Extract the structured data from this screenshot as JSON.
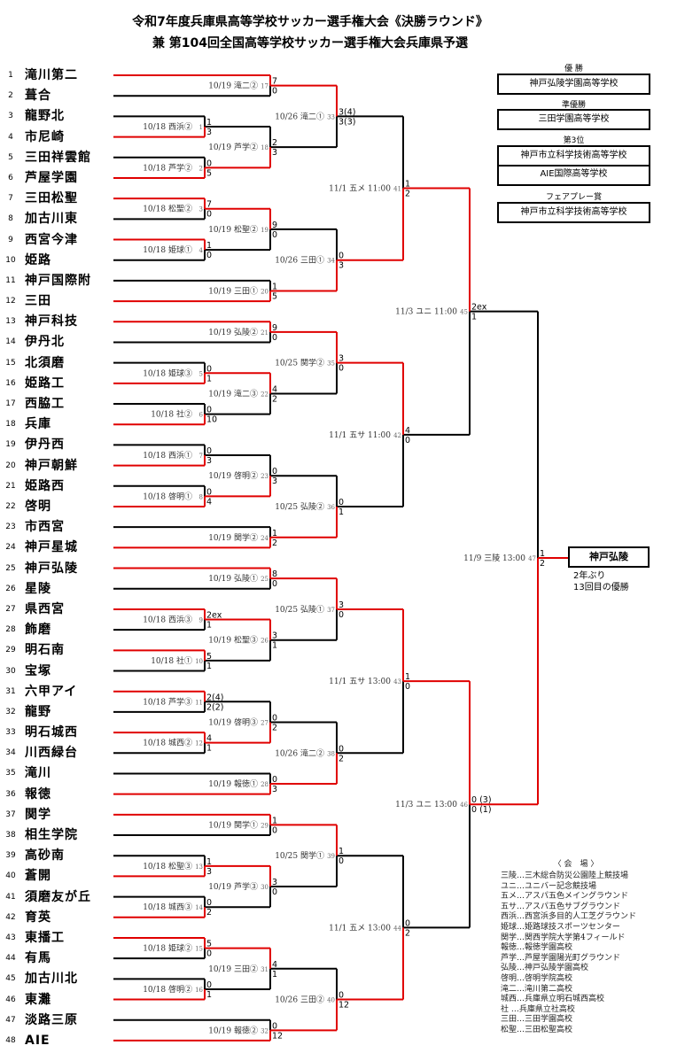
{
  "title": {
    "line1": "令和7年度兵庫県高等学校サッカー選手権大会《決勝ラウンド》",
    "line2": "兼 第104回全国高等学校サッカー選手権大会兵庫県予選"
  },
  "colors": {
    "winner_line": "#e00000",
    "loser_line": "#000000"
  },
  "teams": [
    {
      "no": "1",
      "name": "滝川第二"
    },
    {
      "no": "2",
      "name": "葺合"
    },
    {
      "no": "3",
      "name": "龍野北"
    },
    {
      "no": "4",
      "name": "市尼崎"
    },
    {
      "no": "5",
      "name": "三田祥雲館"
    },
    {
      "no": "6",
      "name": "芦屋学園"
    },
    {
      "no": "7",
      "name": "三田松聖"
    },
    {
      "no": "8",
      "name": "加古川東"
    },
    {
      "no": "9",
      "name": "西宮今津"
    },
    {
      "no": "10",
      "name": "姫路"
    },
    {
      "no": "11",
      "name": "神戸国際附"
    },
    {
      "no": "12",
      "name": "三田"
    },
    {
      "no": "13",
      "name": "神戸科技"
    },
    {
      "no": "14",
      "name": "伊丹北"
    },
    {
      "no": "15",
      "name": "北須磨"
    },
    {
      "no": "16",
      "name": "姫路工"
    },
    {
      "no": "17",
      "name": "西脇工"
    },
    {
      "no": "18",
      "name": "兵庫"
    },
    {
      "no": "19",
      "name": "伊丹西"
    },
    {
      "no": "20",
      "name": "神戸朝鮮"
    },
    {
      "no": "21",
      "name": "姫路西"
    },
    {
      "no": "22",
      "name": "啓明"
    },
    {
      "no": "23",
      "name": "市西宮"
    },
    {
      "no": "24",
      "name": "神戸星城"
    },
    {
      "no": "25",
      "name": "神戸弘陵"
    },
    {
      "no": "26",
      "name": "星陵"
    },
    {
      "no": "27",
      "name": "県西宮"
    },
    {
      "no": "28",
      "name": "飾磨"
    },
    {
      "no": "29",
      "name": "明石南"
    },
    {
      "no": "30",
      "name": "宝塚"
    },
    {
      "no": "31",
      "name": "六甲アイ"
    },
    {
      "no": "32",
      "name": "龍野"
    },
    {
      "no": "33",
      "name": "明石城西"
    },
    {
      "no": "34",
      "name": "川西緑台"
    },
    {
      "no": "35",
      "name": "滝川"
    },
    {
      "no": "36",
      "name": "報徳"
    },
    {
      "no": "37",
      "name": "関学"
    },
    {
      "no": "38",
      "name": "相生学院"
    },
    {
      "no": "39",
      "name": "高砂南"
    },
    {
      "no": "40",
      "name": "蒼開"
    },
    {
      "no": "41",
      "name": "須磨友が丘"
    },
    {
      "no": "42",
      "name": "育英"
    },
    {
      "no": "43",
      "name": "東播工"
    },
    {
      "no": "44",
      "name": "有馬"
    },
    {
      "no": "45",
      "name": "加古川北"
    },
    {
      "no": "46",
      "name": "東灘"
    },
    {
      "no": "47",
      "name": "淡路三原"
    },
    {
      "no": "48",
      "name": "AIE"
    }
  ],
  "matches": [
    {
      "id": 1,
      "round": 1,
      "label": "10/18 西浜②",
      "a": "t3",
      "b": "t4",
      "sa": "1",
      "sb": "3",
      "w": 1
    },
    {
      "id": 2,
      "round": 1,
      "label": "10/18 芦学②",
      "a": "t5",
      "b": "t6",
      "sa": "0",
      "sb": "5",
      "w": 1
    },
    {
      "id": 3,
      "round": 1,
      "label": "10/18 松聖②",
      "a": "t7",
      "b": "t8",
      "sa": "7",
      "sb": "0",
      "w": 0
    },
    {
      "id": 4,
      "round": 1,
      "label": "10/18 姫球①",
      "a": "t9",
      "b": "t10",
      "sa": "1",
      "sb": "0",
      "w": 0
    },
    {
      "id": 5,
      "round": 1,
      "label": "10/18 姫球③",
      "a": "t15",
      "b": "t16",
      "sa": "0",
      "sb": "1",
      "w": 1
    },
    {
      "id": 6,
      "round": 1,
      "label": "10/18 社②",
      "a": "t17",
      "b": "t18",
      "sa": "0",
      "sb": "10",
      "w": 1
    },
    {
      "id": 7,
      "round": 1,
      "label": "10/18 西浜①",
      "a": "t19",
      "b": "t20",
      "sa": "0",
      "sb": "3",
      "w": 1
    },
    {
      "id": 8,
      "round": 1,
      "label": "10/18 啓明①",
      "a": "t21",
      "b": "t22",
      "sa": "0",
      "sb": "4",
      "w": 1
    },
    {
      "id": 9,
      "round": 1,
      "label": "10/18 西浜③",
      "a": "t27",
      "b": "t28",
      "sa": "2ex",
      "sb": "1",
      "w": 0
    },
    {
      "id": 10,
      "round": 1,
      "label": "10/18 社①",
      "a": "t29",
      "b": "t30",
      "sa": "5",
      "sb": "1",
      "w": 0
    },
    {
      "id": 11,
      "round": 1,
      "label": "10/18 芦学③",
      "a": "t31",
      "b": "t32",
      "sa": "2(4)",
      "sb": "2(2)",
      "w": 0
    },
    {
      "id": 12,
      "round": 1,
      "label": "10/18 城西②",
      "a": "t33",
      "b": "t34",
      "sa": "4",
      "sb": "1",
      "w": 0
    },
    {
      "id": 13,
      "round": 1,
      "label": "10/18 松聖③",
      "a": "t39",
      "b": "t40",
      "sa": "1",
      "sb": "3",
      "w": 1
    },
    {
      "id": 14,
      "round": 1,
      "label": "10/18 城西③",
      "a": "t41",
      "b": "t42",
      "sa": "0",
      "sb": "2",
      "w": 1
    },
    {
      "id": 15,
      "round": 1,
      "label": "10/18 姫球②",
      "a": "t43",
      "b": "t44",
      "sa": "5",
      "sb": "0",
      "w": 0
    },
    {
      "id": 16,
      "round": 1,
      "label": "10/18 啓明②",
      "a": "t45",
      "b": "t46",
      "sa": "0",
      "sb": "1",
      "w": 1
    },
    {
      "id": 17,
      "round": 2,
      "label": "10/19 滝二②",
      "a": "t1",
      "b": "t2",
      "sa": "7",
      "sb": "0",
      "w": 0
    },
    {
      "id": 18,
      "round": 2,
      "label": "10/19 芦学②",
      "a": "m1",
      "b": "m2",
      "sa": "2",
      "sb": "3",
      "w": 1
    },
    {
      "id": 19,
      "round": 2,
      "label": "10/19 松聖②",
      "a": "m3",
      "b": "m4",
      "sa": "9",
      "sb": "0",
      "w": 0
    },
    {
      "id": 20,
      "round": 2,
      "label": "10/19 三田①",
      "a": "t11",
      "b": "t12",
      "sa": "1",
      "sb": "5",
      "w": 1
    },
    {
      "id": 21,
      "round": 2,
      "label": "10/19 弘陵②",
      "a": "t13",
      "b": "t14",
      "sa": "9",
      "sb": "0",
      "w": 0
    },
    {
      "id": 22,
      "round": 2,
      "label": "10/19 滝二③",
      "a": "m5",
      "b": "m6",
      "sa": "4",
      "sb": "2",
      "w": 0
    },
    {
      "id": 23,
      "round": 2,
      "label": "10/19 啓明②",
      "a": "m7",
      "b": "m8",
      "sa": "0",
      "sb": "3",
      "w": 1
    },
    {
      "id": 24,
      "round": 2,
      "label": "10/19 関学②",
      "a": "t23",
      "b": "t24",
      "sa": "1",
      "sb": "2",
      "w": 1
    },
    {
      "id": 25,
      "round": 2,
      "label": "10/19 弘陵①",
      "a": "t25",
      "b": "t26",
      "sa": "8",
      "sb": "0",
      "w": 0
    },
    {
      "id": 26,
      "round": 2,
      "label": "10/19 松聖③",
      "a": "m9",
      "b": "m10",
      "sa": "3",
      "sb": "1",
      "w": 0
    },
    {
      "id": 27,
      "round": 2,
      "label": "10/19 啓明③",
      "a": "m11",
      "b": "m12",
      "sa": "0",
      "sb": "2",
      "w": 1
    },
    {
      "id": 28,
      "round": 2,
      "label": "10/19 報徳①",
      "a": "t35",
      "b": "t36",
      "sa": "0",
      "sb": "3",
      "w": 1
    },
    {
      "id": 29,
      "round": 2,
      "label": "10/19 関学①",
      "a": "t37",
      "b": "t38",
      "sa": "1",
      "sb": "0",
      "w": 0
    },
    {
      "id": 30,
      "round": 2,
      "label": "10/19 芦学③",
      "a": "m13",
      "b": "m14",
      "sa": "3",
      "sb": "0",
      "w": 0
    },
    {
      "id": 31,
      "round": 2,
      "label": "10/19 三田②",
      "a": "m15",
      "b": "m16",
      "sa": "4",
      "sb": "1",
      "w": 0
    },
    {
      "id": 32,
      "round": 2,
      "label": "10/19 報徳②",
      "a": "t47",
      "b": "t48",
      "sa": "0",
      "sb": "12",
      "w": 1
    },
    {
      "id": 33,
      "round": 3,
      "label": "10/26 滝二①",
      "a": "m17",
      "b": "m18",
      "sa": "3(4)",
      "sb": "3(3)",
      "w": 0
    },
    {
      "id": 34,
      "round": 3,
      "label": "10/26 三田①",
      "a": "m19",
      "b": "m20",
      "sa": "0",
      "sb": "3",
      "w": 1
    },
    {
      "id": 35,
      "round": 3,
      "label": "10/25 関学②",
      "a": "m21",
      "b": "m22",
      "sa": "3",
      "sb": "0",
      "w": 0
    },
    {
      "id": 36,
      "round": 3,
      "label": "10/25 弘陵②",
      "a": "m23",
      "b": "m24",
      "sa": "0",
      "sb": "1",
      "w": 1
    },
    {
      "id": 37,
      "round": 3,
      "label": "10/25 弘陵①",
      "a": "m25",
      "b": "m26",
      "sa": "3",
      "sb": "0",
      "w": 0
    },
    {
      "id": 38,
      "round": 3,
      "label": "10/26 滝二②",
      "a": "m27",
      "b": "m28",
      "sa": "0",
      "sb": "2",
      "w": 1
    },
    {
      "id": 39,
      "round": 3,
      "label": "10/25 関学①",
      "a": "m29",
      "b": "m30",
      "sa": "1",
      "sb": "0",
      "w": 0
    },
    {
      "id": 40,
      "round": 3,
      "label": "10/26 三田②",
      "a": "m31",
      "b": "m32",
      "sa": "0",
      "sb": "12",
      "w": 1
    },
    {
      "id": 41,
      "round": 4,
      "label": "11/1  五メ  11:00",
      "a": "m33",
      "b": "m34",
      "sa": "1",
      "sb": "2",
      "w": 1
    },
    {
      "id": 42,
      "round": 4,
      "label": "11/1  五サ  11:00",
      "a": "m35",
      "b": "m36",
      "sa": "4",
      "sb": "0",
      "w": 0
    },
    {
      "id": 43,
      "round": 4,
      "label": "11/1  五サ  13:00",
      "a": "m37",
      "b": "m38",
      "sa": "1",
      "sb": "0",
      "w": 0
    },
    {
      "id": 44,
      "round": 4,
      "label": "11/1  五メ  13:00",
      "a": "m39",
      "b": "m40",
      "sa": "0",
      "sb": "2",
      "w": 1
    },
    {
      "id": 45,
      "round": 5,
      "label": "11/3  ユニ  11:00",
      "a": "m41",
      "b": "m42",
      "sa": "2ex",
      "sb": "1",
      "w": 0
    },
    {
      "id": 46,
      "round": 5,
      "label": "11/3  ユニ  13:00",
      "a": "m43",
      "b": "m44",
      "sa": "0 (3)",
      "sb": "0 (1)",
      "w": 0
    },
    {
      "id": 47,
      "round": 6,
      "label": "11/9  三陵  13:00",
      "a": "m45",
      "b": "m46",
      "sa": "1",
      "sb": "2",
      "w": 1
    }
  ],
  "champion": {
    "name": "神戸弘陵",
    "note1": "2年ぶり",
    "note2": "13回目の優勝"
  },
  "awards": {
    "winner_heading": "優 勝",
    "winner": "神戸弘陵学園高等学校",
    "runnerup_heading": "準優勝",
    "runnerup": "三田学園高等学校",
    "third_heading": "第3位",
    "third": [
      "神戸市立科学技術高等学校",
      "AIE国際高等学校"
    ],
    "fairplay_heading": "フェアプレー賞",
    "fairplay": "神戸市立科学技術高等学校"
  },
  "venues": {
    "heading": "〈 会　場 〉",
    "lines": [
      "三陵…三木総合防災公園陸上競技場",
      "ユニ…ユニバー記念競技場",
      "五メ…アスパ五色メイングラウンド",
      "五サ…アスパ五色サブグラウンド",
      "西浜…西宮浜多目的人工芝グラウンド",
      "姫球…姫路球技スポーツセンター",
      "関学…関西学院大学第4フィールド",
      "報徳…報徳学園高校",
      "芦学…芦屋学園陽光町グラウンド",
      "弘陵…神戸弘陵学園高校",
      "啓明…啓明学院高校",
      "滝二…滝川第二高校",
      "城西…兵庫県立明石城西高校",
      "社 …兵庫県立社高校",
      "三田…三田学園高校",
      "松聖…三田松聖高校"
    ]
  }
}
